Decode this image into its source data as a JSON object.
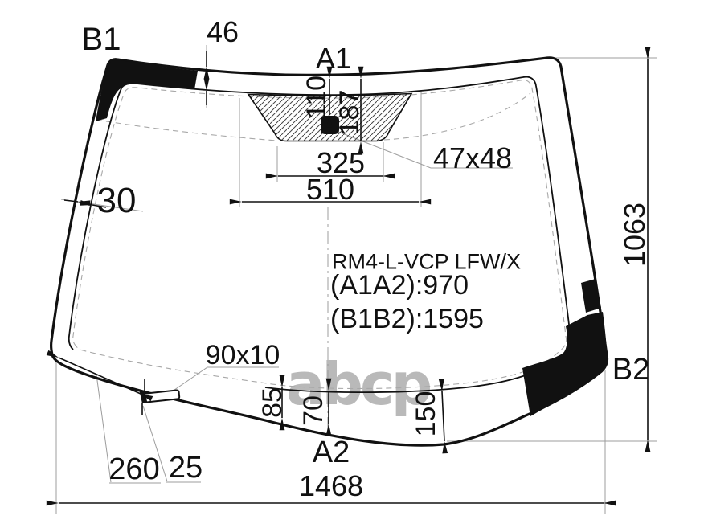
{
  "part": {
    "code": "RM4-L-VCP LFW/X",
    "a1a2": "(A1A2):970",
    "b1b2": "(B1B2):1595"
  },
  "corner_labels": {
    "top_left": "B1",
    "top_center": "A1",
    "bottom_center": "A2",
    "bottom_right": "B2"
  },
  "dimensions": {
    "top_band": "46",
    "side_band": "30",
    "sensor_offset": "110",
    "sensor_depth": "187",
    "hatch_bottom_width": "325",
    "hatch_top_width": "510",
    "sensor_size": "47x48",
    "slot_size": "90x10",
    "slot_distance": "260",
    "slot_edge_offset": "25",
    "bottom_band_left": "85",
    "bottom_band_center": "70",
    "bottom_band_right": "150",
    "glass_height": "1063",
    "glass_width": "1468"
  },
  "watermark": "abcp",
  "colors": {
    "line": "#111111",
    "aux": "#9c9c9c",
    "watermark": "#b9b9b9"
  }
}
